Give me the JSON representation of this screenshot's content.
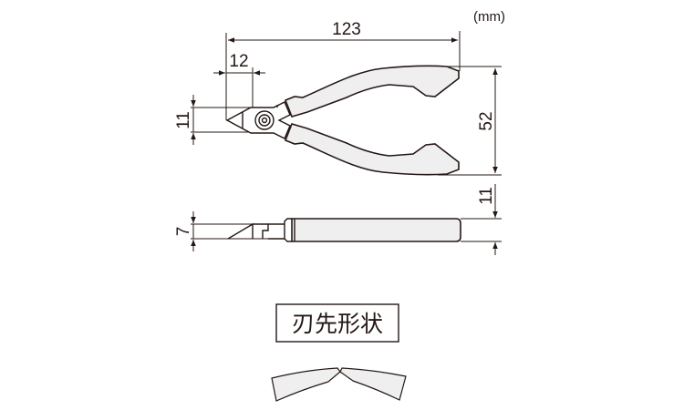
{
  "unit": "(mm)",
  "dimensions": {
    "overall_length": "123",
    "jaw_length": "12",
    "jaw_height": "11",
    "handle_spread": "52",
    "handle_thickness": "11",
    "jaw_thickness": "7"
  },
  "blade_shape_label": "刃先形状"
}
